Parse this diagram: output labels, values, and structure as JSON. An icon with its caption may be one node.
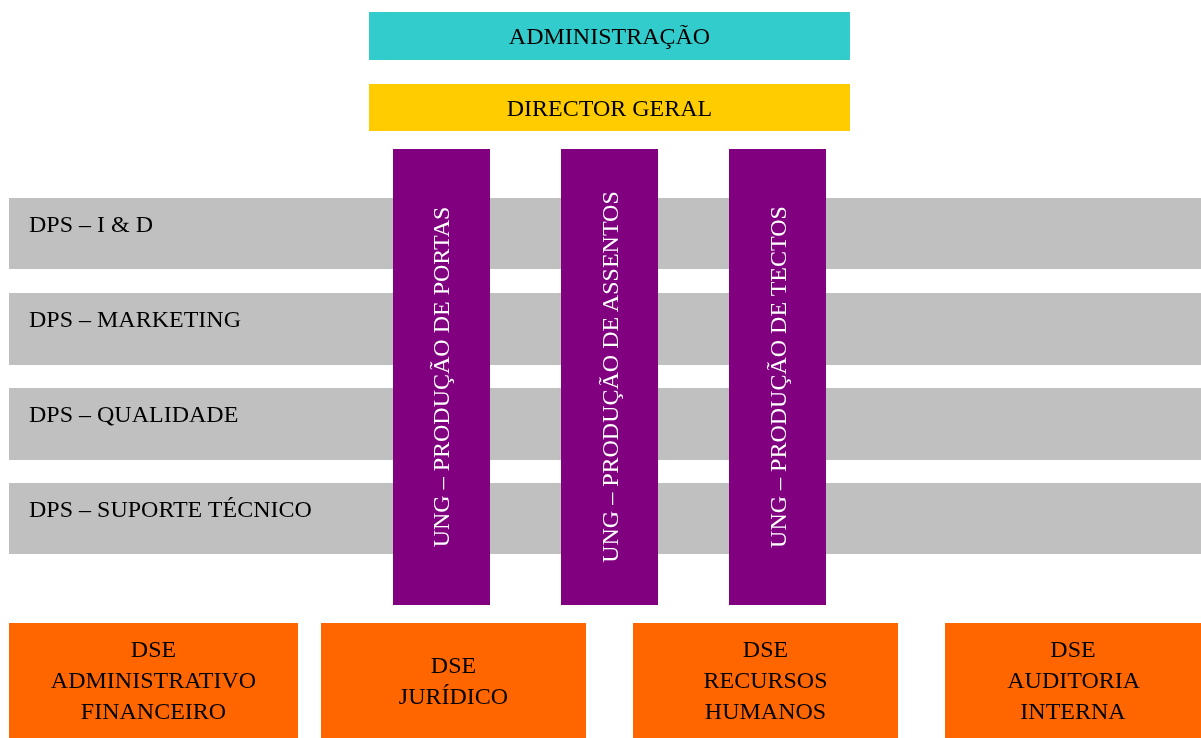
{
  "diagram": {
    "nodes": [
      {
        "text": [
          "ADMINISTRAÇÃO"
        ]
      },
      {
        "text": [
          "DIRECTOR GERAL"
        ]
      },
      {
        "text": [
          "DPS – I & D"
        ]
      },
      {
        "text": [
          "DPS – MARKETING"
        ]
      },
      {
        "text": [
          "DPS – QUALIDADE"
        ]
      },
      {
        "text": [
          "DPS – SUPORTE TÉCNICO"
        ]
      },
      {
        "text": [
          "UNG – PRODUÇÃO DE PORTAS"
        ]
      },
      {
        "text": [
          "UNG – PRODUÇÃO DE ASSENTOS"
        ]
      },
      {
        "text": [
          "UNG – PRODUÇÃO DE TECTOS"
        ]
      },
      {
        "text": [
          "DSE ADMINISTRATIVO FINANCEIRO"
        ]
      },
      {
        "text": [
          "DSE JURÍDICO"
        ]
      },
      {
        "text": [
          "DSE RECURSOS HUMANOS"
        ]
      },
      {
        "text": [
          "DSE AUDITORIA INTERNA"
        ]
      }
    ]
  }
}
